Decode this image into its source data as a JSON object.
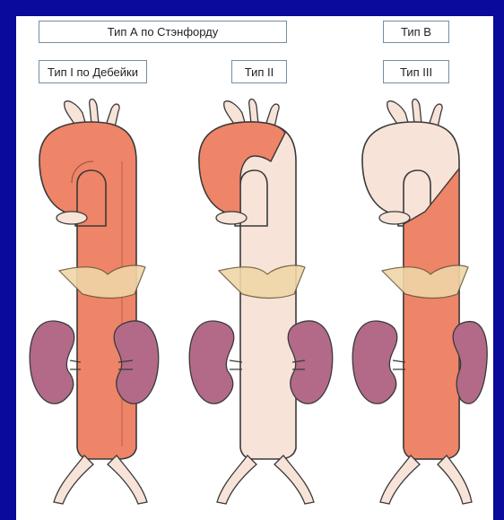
{
  "labels": {
    "stanford_a": "Тип А по Стэнфорду",
    "stanford_b": "Тип В",
    "debakey_1": "Тип I по Дебейки",
    "debakey_2": "Тип II",
    "debakey_3": "Тип III"
  },
  "colors": {
    "background": "#0a0a9c",
    "panel": "#ffffff",
    "dissection_fill": "#ee8468",
    "aorta_normal": "#f7e3d8",
    "kidney": "#b26a88",
    "diaphragm": "#f0d6a8",
    "outline": "#3a3a3a",
    "label_border": "#6f8fa8"
  }
}
